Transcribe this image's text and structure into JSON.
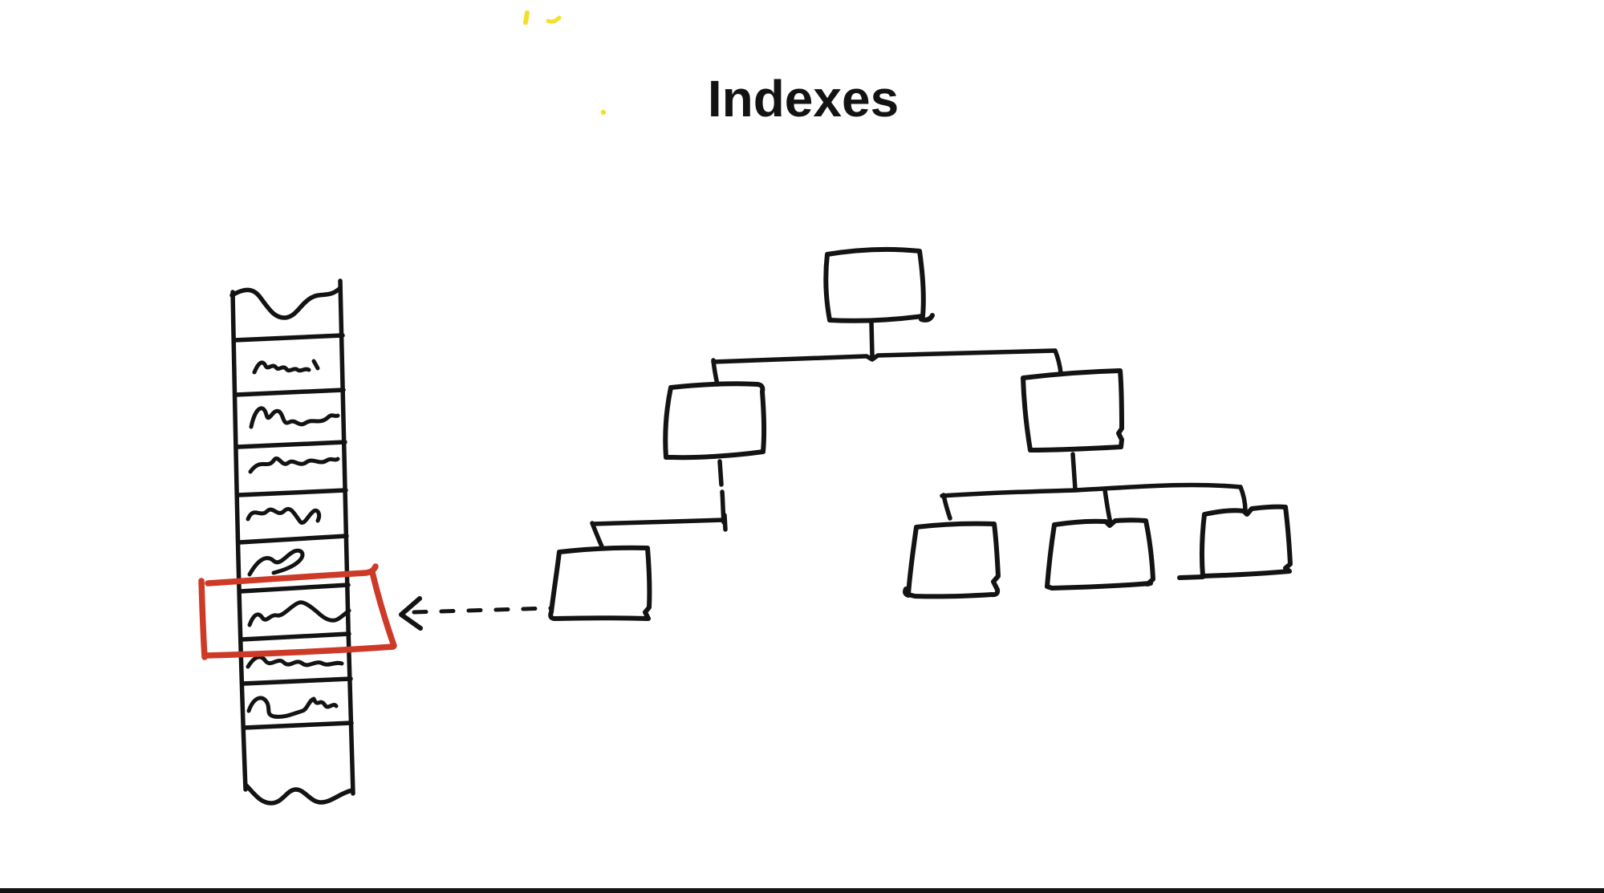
{
  "title": "Indexes",
  "colors": {
    "background": "#ffffff",
    "ink": "#131313",
    "highlight": "#cd3a27",
    "marker": "#f3df2b"
  },
  "diagram": {
    "kind": "hand-drawn sketch",
    "table": {
      "scribble_rows": 8,
      "highlighted_row_number": 6,
      "torn_edges": "top and bottom"
    },
    "tree": {
      "levels": 3,
      "boxes": 7,
      "children_of_root": 2,
      "leaves_under_left_child": 1,
      "leaves_under_right_child": 3
    },
    "arrow": {
      "style": "dashed",
      "direction": "left",
      "from": "left-subtree-leaf",
      "to": "highlighted-table-row"
    }
  }
}
